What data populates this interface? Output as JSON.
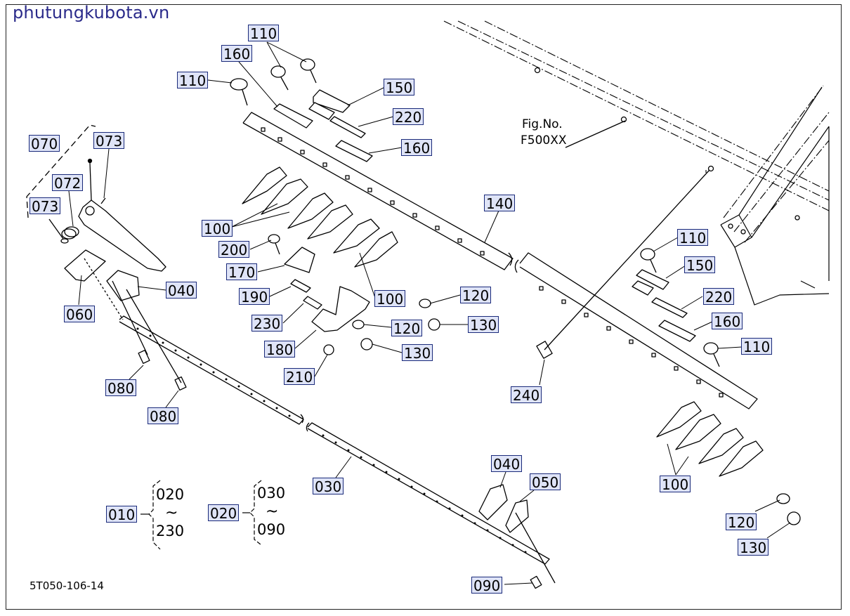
{
  "watermark": "phutungkubota.vn",
  "figure_code": "5T050-106-14",
  "fig_ref": {
    "line1": "Fig.No.",
    "line2": "F500XX"
  },
  "callouts": {
    "l070": "070",
    "l073a": "073",
    "l072": "072",
    "l073b": "073",
    "l060": "060",
    "l040a": "040",
    "l080a": "080",
    "l080b": "080",
    "l110a": "110",
    "l160a": "160",
    "l110b": "110",
    "l150a": "150",
    "l220a": "220",
    "l160b": "160",
    "l140": "140",
    "l100a": "100",
    "l200": "200",
    "l170": "170",
    "l190": "190",
    "l230": "230",
    "l180": "180",
    "l210": "210",
    "l100b": "100",
    "l120a": "120",
    "l120b": "120",
    "l130a": "130",
    "l130b": "130",
    "l110c": "110",
    "l150b": "150",
    "l220b": "220",
    "l160c": "160",
    "l110d": "110",
    "l240": "240",
    "l100c": "100",
    "l120c": "120",
    "l130c": "130",
    "l030": "030",
    "l040b": "040",
    "l050": "050",
    "l090": "090"
  },
  "groups": [
    {
      "code": "010",
      "from": "020",
      "sep": "~",
      "to": "230"
    },
    {
      "code": "020",
      "from": "030",
      "sep": "~",
      "to": "090"
    }
  ]
}
